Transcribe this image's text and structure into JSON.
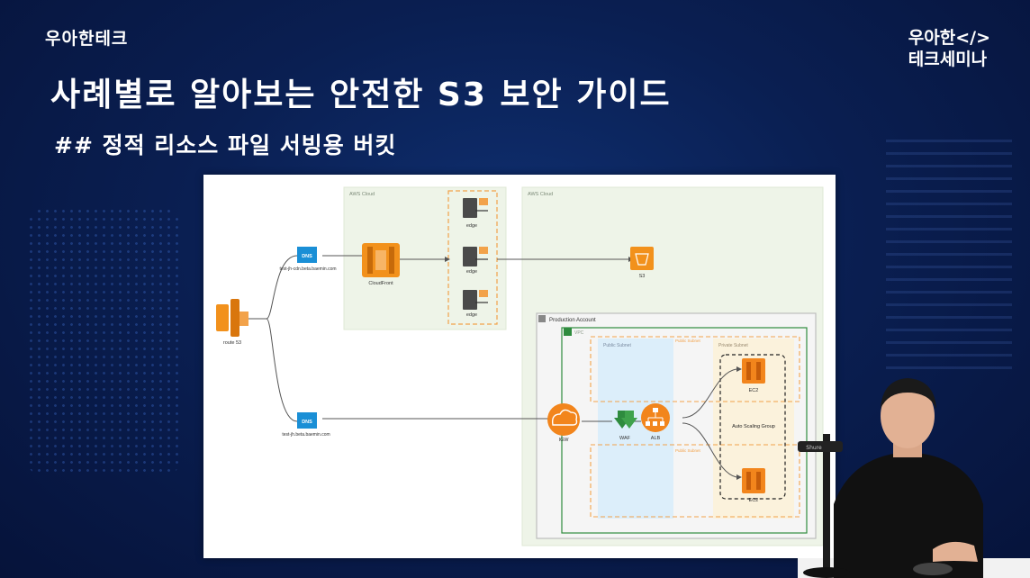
{
  "brand": {
    "left": "우아한테크",
    "right_line1": "우아한</>",
    "right_line2": "테크세미나"
  },
  "slide_title": "사례별로 알아보는 안전한 S3 보안 가이드",
  "slide_subtitle": "## 정적 리소스 파일 서빙용 버킷",
  "diagram": {
    "aws_cloud_1": "AWS Cloud",
    "aws_cloud_2": "AWS Cloud",
    "route53": "route 53",
    "dns_icon": "DNS",
    "cdn_domain": "test-jh-cdn.beta.baemin.com",
    "lb_domain": "test-jh.beta.baemin.com",
    "cloudfront": "CloudFront",
    "edge_1": "edge",
    "edge_2": "edge",
    "edge_3": "edge",
    "s3": "S3",
    "production_account": "Production Account",
    "vpc": "VPC",
    "public_subnet": "Public Subnet",
    "private_subnet": "Private Subnet",
    "nat_subnet_top": "Public Subnet",
    "nat_subnet_bottom": "Public Subnet",
    "igw": "IGW",
    "waf": "WAF",
    "alb": "ALB",
    "ec2_top": "EC2",
    "ec2_bottom": "EC2",
    "asg": "Auto Scaling Group"
  },
  "mic_label": "Shure"
}
